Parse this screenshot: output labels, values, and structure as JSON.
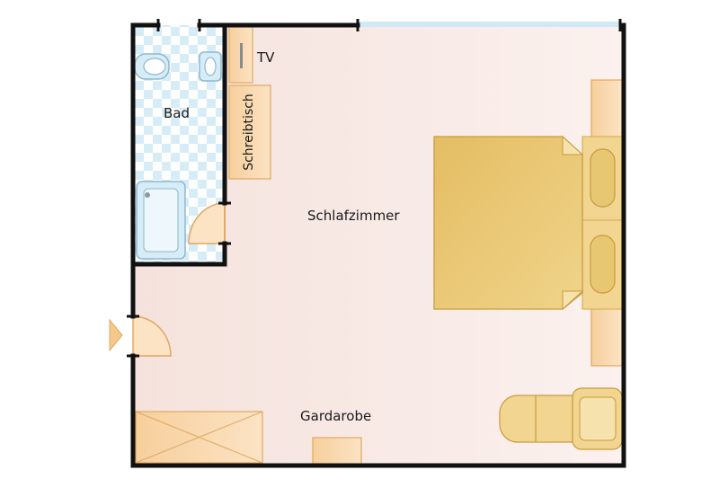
{
  "rooms": {
    "bathroom": "Bad",
    "bedroom": "Schlafzimmer",
    "wardrobe": "Gardarobe"
  },
  "furniture": {
    "tv": "TV",
    "desk": "Schreibtisch"
  },
  "colors": {
    "wall": "#111111",
    "bedroom_floor": "#f7e7e2",
    "bath_tile_a": "#ffffff",
    "bath_tile_b": "#d6ecf6",
    "bed": "#e8c773",
    "furniture": "#f9d9ae",
    "furniture_stroke": "#e0a860",
    "window": "#cfe9f6"
  }
}
